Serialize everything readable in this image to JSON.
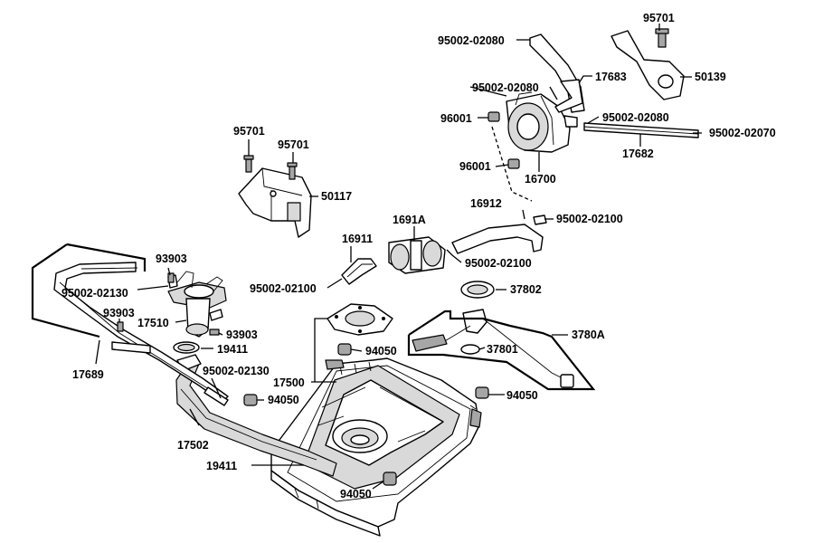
{
  "diagram": {
    "labels": {
      "l95701_a": "95701",
      "l95002_02080_a": "95002-02080",
      "l17683": "17683",
      "l50139": "50139",
      "l95002_02080_b": "95002-02080",
      "l96001_a": "96001",
      "l95002_02080_c": "95002-02080",
      "l95002_02070": "95002-02070",
      "l17682": "17682",
      "l96001_b": "96001",
      "l16700": "16700",
      "l95701_b": "95701",
      "l95701_c": "95701",
      "l50117": "50117",
      "l16912": "16912",
      "l1691A": "1691A",
      "l95002_02100_a": "95002-02100",
      "l16911": "16911",
      "l95002_02100_b": "95002-02100",
      "l95002_02100_c": "95002-02100",
      "l37802": "37802",
      "l93903_a": "93903",
      "l95002_02130_a": "95002-02130",
      "l93903_b": "93903",
      "l17510": "17510",
      "l93903_c": "93903",
      "l19411_a": "19411",
      "l94050_a": "94050",
      "l3780A": "3780A",
      "l37801": "37801",
      "l17689": "17689",
      "l95002_02130_b": "95002-02130",
      "l17500": "17500",
      "l94050_b": "94050",
      "l94050_c": "94050",
      "l17502": "17502",
      "l19411_b": "19411",
      "l94050_d": "94050"
    }
  }
}
